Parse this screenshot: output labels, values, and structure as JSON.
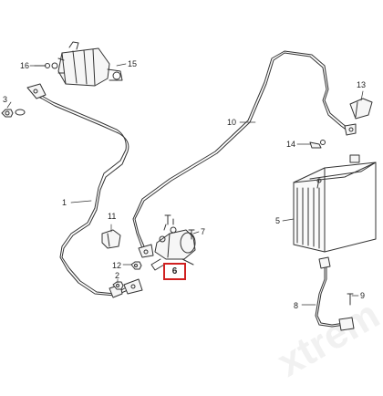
{
  "callouts": {
    "c1": "1",
    "c2": "2",
    "c3": "3",
    "c5": "5",
    "c6": "6",
    "c7": "7",
    "c8": "8",
    "c9": "9",
    "c10": "10",
    "c11": "11",
    "c12": "12",
    "c13": "13",
    "c14": "14",
    "c15": "15",
    "c16": "16"
  },
  "highlight_color": "#d02020",
  "watermark": "xtrem"
}
